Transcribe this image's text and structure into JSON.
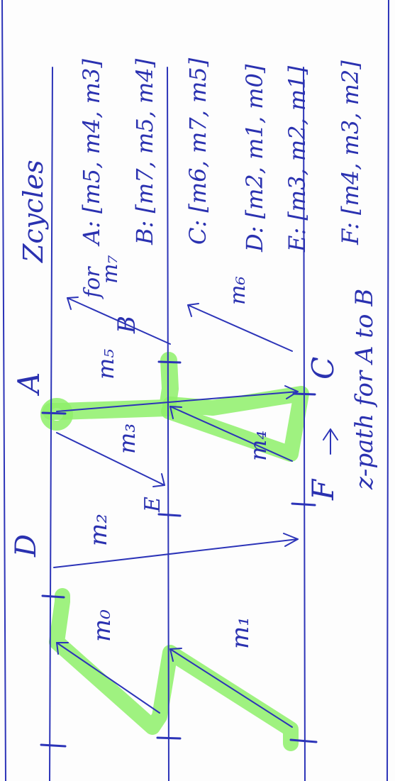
{
  "diagram": {
    "nodes": [
      "D",
      "E",
      "F",
      "A",
      "B",
      "C"
    ],
    "messages": [
      "m0",
      "m1",
      "m2",
      "m3",
      "m4",
      "m5",
      "m6",
      "m7"
    ],
    "label_m0": "m₀",
    "label_m1": "m₁",
    "label_m2": "m₂",
    "label_m3": "m₃",
    "label_m4": "m₄",
    "label_m5": "m₅",
    "label_m6": "m₆",
    "label_m7": "m₇",
    "node_D": "D",
    "node_E": "E",
    "node_F": "F",
    "node_A": "A",
    "node_B": "B",
    "node_C": "C",
    "zpath_caption": "z-path for A to B"
  },
  "zcycles": {
    "title": "Zcycles",
    "prefix": "for",
    "rows": [
      "A: [m5, m4, m3]",
      "B: [m7, m5, m4]",
      "C: [m6, m7, m5]",
      "D: [m2, m1, m0]",
      "E: [m3, m2, m1]",
      "F: [m4, m3, m2]"
    ]
  },
  "colors": {
    "ink": "#2c34b8",
    "highlight": "#8ef06a"
  }
}
